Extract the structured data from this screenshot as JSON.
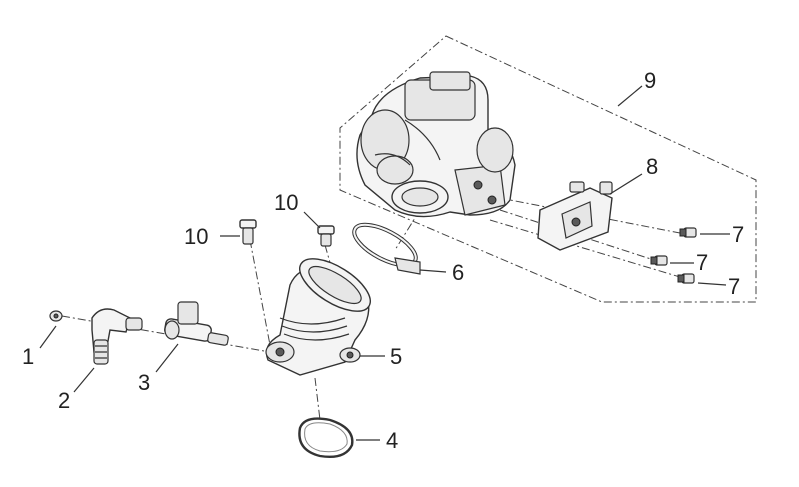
{
  "diagram": {
    "callouts": [
      {
        "id": "c1",
        "label": "1"
      },
      {
        "id": "c2",
        "label": "2"
      },
      {
        "id": "c3",
        "label": "3"
      },
      {
        "id": "c4",
        "label": "4"
      },
      {
        "id": "c5",
        "label": "5"
      },
      {
        "id": "c6",
        "label": "6"
      },
      {
        "id": "c7a",
        "label": "7"
      },
      {
        "id": "c7b",
        "label": "7"
      },
      {
        "id": "c7c",
        "label": "7"
      },
      {
        "id": "c8",
        "label": "8"
      },
      {
        "id": "c9",
        "label": "9"
      },
      {
        "id": "c10a",
        "label": "10"
      },
      {
        "id": "c10b",
        "label": "10"
      }
    ]
  }
}
